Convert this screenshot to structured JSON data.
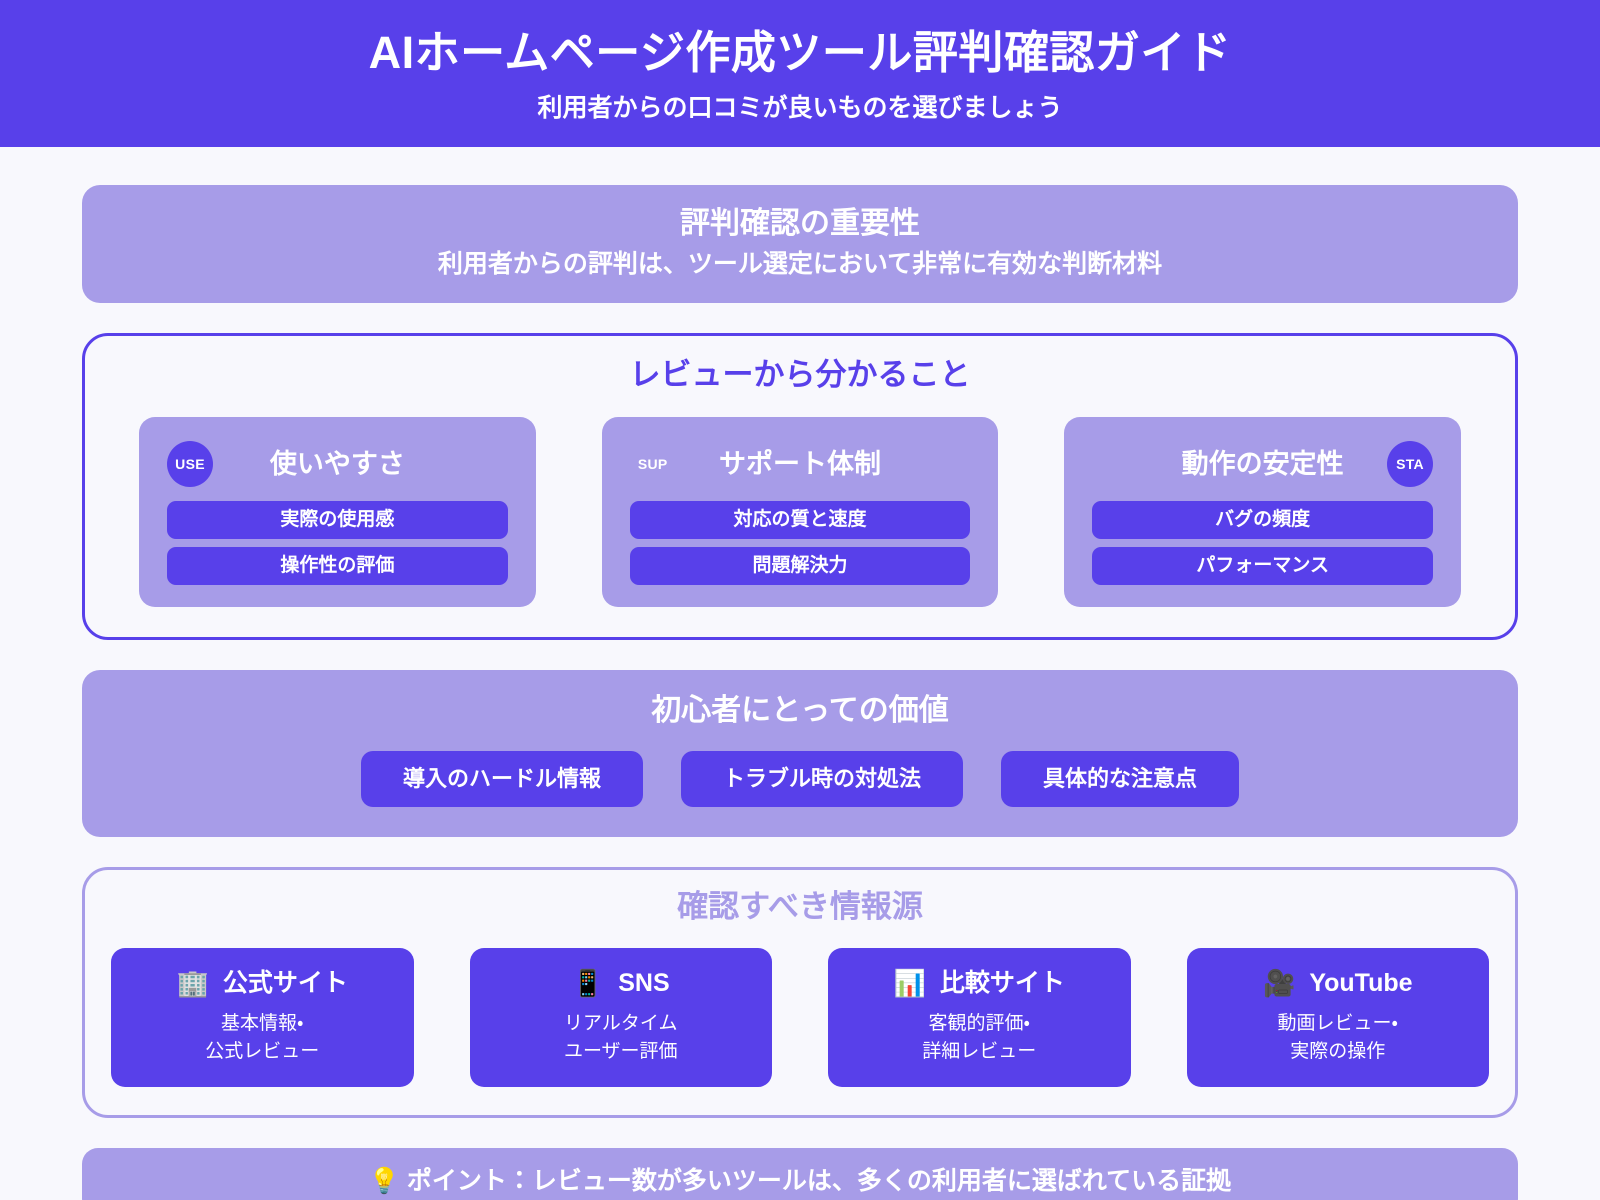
{
  "header": {
    "title": "AIホームページ作成ツール評判確認ガイド",
    "subtitle": "利用者からの口コミが良いものを選びましょう",
    "bg_color": "#5840ea"
  },
  "importance": {
    "title": "評判確認の重要性",
    "subtitle": "利用者からの評判は、ツール選定において非常に有効な判断材料",
    "bg_color": "#a79ce8"
  },
  "review_section": {
    "title": "レビューから分かること",
    "border_color": "#5840ea",
    "title_color": "#5840ea",
    "cards": [
      {
        "badge": "USE",
        "badge_style": "circle",
        "badge_position": "left",
        "title": "使いやすさ",
        "items": [
          "実際の使用感",
          "操作性の評価"
        ]
      },
      {
        "badge": "SUP",
        "badge_style": "plain",
        "badge_position": "left",
        "title": "サポート体制",
        "items": [
          "対応の質と速度",
          "問題解決力"
        ]
      },
      {
        "badge": "STA",
        "badge_style": "circle",
        "badge_position": "right",
        "title": "動作の安定性",
        "items": [
          "バグの頻度",
          "パフォーマンス"
        ]
      }
    ]
  },
  "value_section": {
    "title": "初心者にとっての価値",
    "bg_color": "#a79ce8",
    "pills": [
      "導入のハードル情報",
      "トラブル時の対処法",
      "具体的な注意点"
    ]
  },
  "sources_section": {
    "title": "確認すべき情報源",
    "border_color": "#a79ce8",
    "title_color": "#a79ce8",
    "cards": [
      {
        "icon": "🏢",
        "icon_name": "office-building-icon",
        "name": "公式サイト",
        "desc_line1": "基本情報・",
        "desc_line2": "公式レビュー"
      },
      {
        "icon": "📱",
        "icon_name": "mobile-phone-icon",
        "name": "SNS",
        "desc_line1": "リアルタイム",
        "desc_line2": "ユーザー評価"
      },
      {
        "icon": "📊",
        "icon_name": "bar-chart-icon",
        "name": "比較サイト",
        "desc_line1": "客観的評価・",
        "desc_line2": "詳細レビュー"
      },
      {
        "icon": "🎥",
        "icon_name": "movie-camera-icon",
        "name": "YouTube",
        "desc_line1": "動画レビュー・",
        "desc_line2": "実際の操作"
      }
    ]
  },
  "footer": {
    "text": "💡 ポイント：レビュー数が多いツールは、多くの利用者に選ばれている証拠",
    "bg_color": "#a79ce8"
  }
}
